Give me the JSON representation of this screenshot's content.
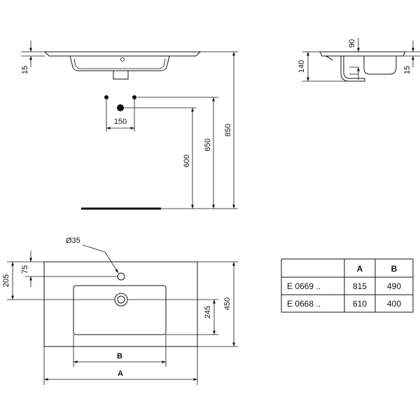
{
  "front_view": {
    "dim_top_thickness": "15",
    "dim_tap_spacing": "150",
    "dim_600": "600",
    "dim_650": "650",
    "dim_850": "850"
  },
  "side_view": {
    "dim_90": "90",
    "dim_140": "140",
    "dim_15": "15"
  },
  "plan_view": {
    "dim_hole_diameter": "Ø35",
    "dim_75": "75",
    "dim_205": "205",
    "dim_245": "245",
    "dim_450": "450",
    "dim_b": "B",
    "dim_a": "A"
  },
  "table": {
    "headers": [
      "",
      "A",
      "B"
    ],
    "rows": [
      [
        "E 0669 ..",
        "815",
        "490"
      ],
      [
        "E 0668 ..",
        "610",
        "400"
      ]
    ]
  }
}
